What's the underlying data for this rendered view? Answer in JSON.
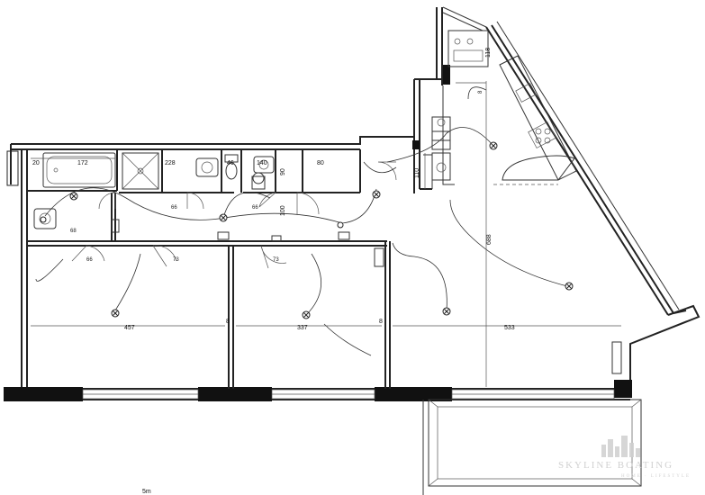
{
  "dimensions": {
    "d172": "172",
    "d20": "20",
    "d228": "228",
    "d46": "46",
    "d140": "140",
    "d80": "80",
    "d90": "90",
    "d100": "100",
    "d110": "110",
    "d118": "118",
    "d8_kitchen": "8",
    "d688": "688",
    "d457": "457",
    "d8_a": "8",
    "d337": "337",
    "d8_b": "8",
    "d533": "533",
    "door66": "66",
    "door73a": "73",
    "door73b": "73",
    "door66b": "66",
    "door66c": "66",
    "door68": "68"
  },
  "scale_label": "5m",
  "watermark": {
    "brand": "SKYLINE BOATING",
    "tagline": "HOME · LIFESTYLE"
  }
}
